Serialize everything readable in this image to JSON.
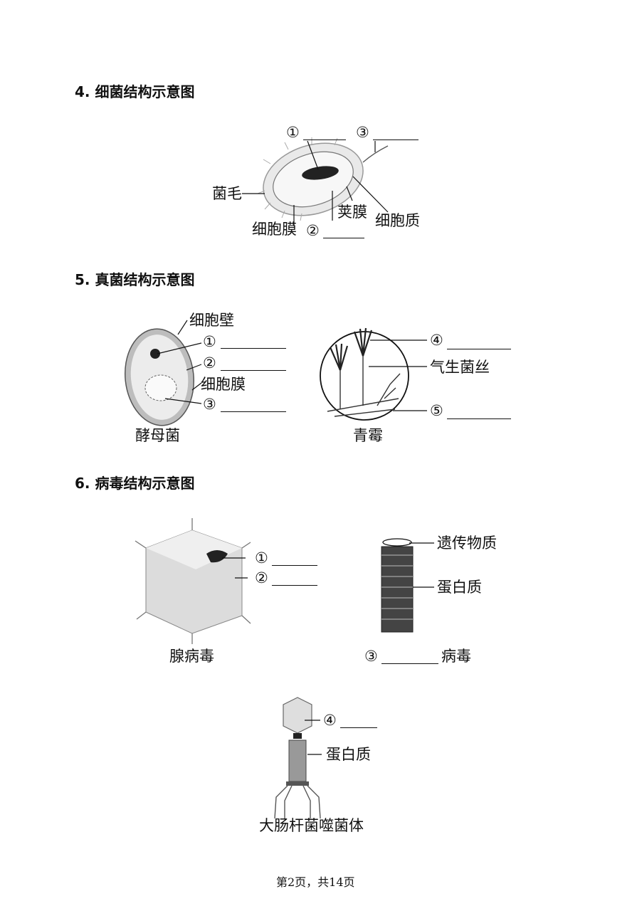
{
  "sections": {
    "bacteria": {
      "title": "4. 细菌结构示意图",
      "labels": {
        "flagella_hair": "菌毛",
        "cell_membrane": "细胞膜",
        "capsule": "荚膜",
        "cytoplasm": "细胞质"
      },
      "markers": [
        "①",
        "②",
        "③"
      ]
    },
    "fungi": {
      "title": "5. 真菌结构示意图",
      "yeast": {
        "cell_wall": "细胞壁",
        "cell_membrane": "细胞膜",
        "name": "酵母菌",
        "markers": [
          "①",
          "②",
          "③"
        ]
      },
      "penicillium": {
        "aerial_hyphae": "气生菌丝",
        "name": "青霉",
        "markers": [
          "④",
          "⑤"
        ]
      }
    },
    "virus": {
      "title": "6. 病毒结构示意图",
      "adenovirus": {
        "name": "腺病毒",
        "markers": [
          "①",
          "②"
        ]
      },
      "rod_virus": {
        "genetic_material": "遗传物质",
        "protein": "蛋白质",
        "marker": "③",
        "suffix": "病毒"
      },
      "phage": {
        "marker": "④",
        "protein": "蛋白质",
        "name": "大肠杆菌噬菌体"
      }
    }
  },
  "footer": "第2页，共14页"
}
